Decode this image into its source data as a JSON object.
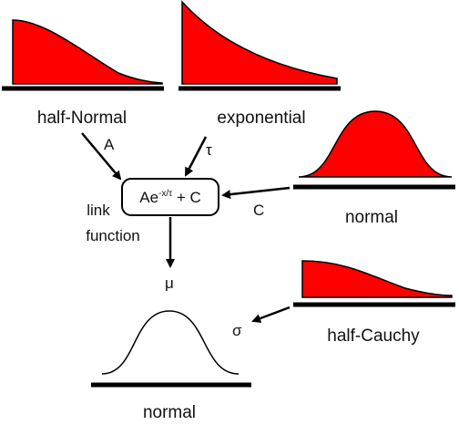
{
  "colors": {
    "fill": "#ff0000",
    "stroke": "#000000"
  },
  "priors": {
    "half_normal": {
      "label": "half-Normal",
      "param": "A"
    },
    "exponential": {
      "label": "exponential",
      "param": "τ"
    },
    "normal_top": {
      "label": "normal",
      "param": "C"
    },
    "half_cauchy": {
      "label": "half-Cauchy",
      "param": "σ"
    }
  },
  "link": {
    "label_line1": "link",
    "label_line2": "function",
    "formula_base": "Ae",
    "formula_exponent": "-x/τ",
    "formula_tail": " + C",
    "output": "μ"
  },
  "likelihood": {
    "label": "normal"
  }
}
